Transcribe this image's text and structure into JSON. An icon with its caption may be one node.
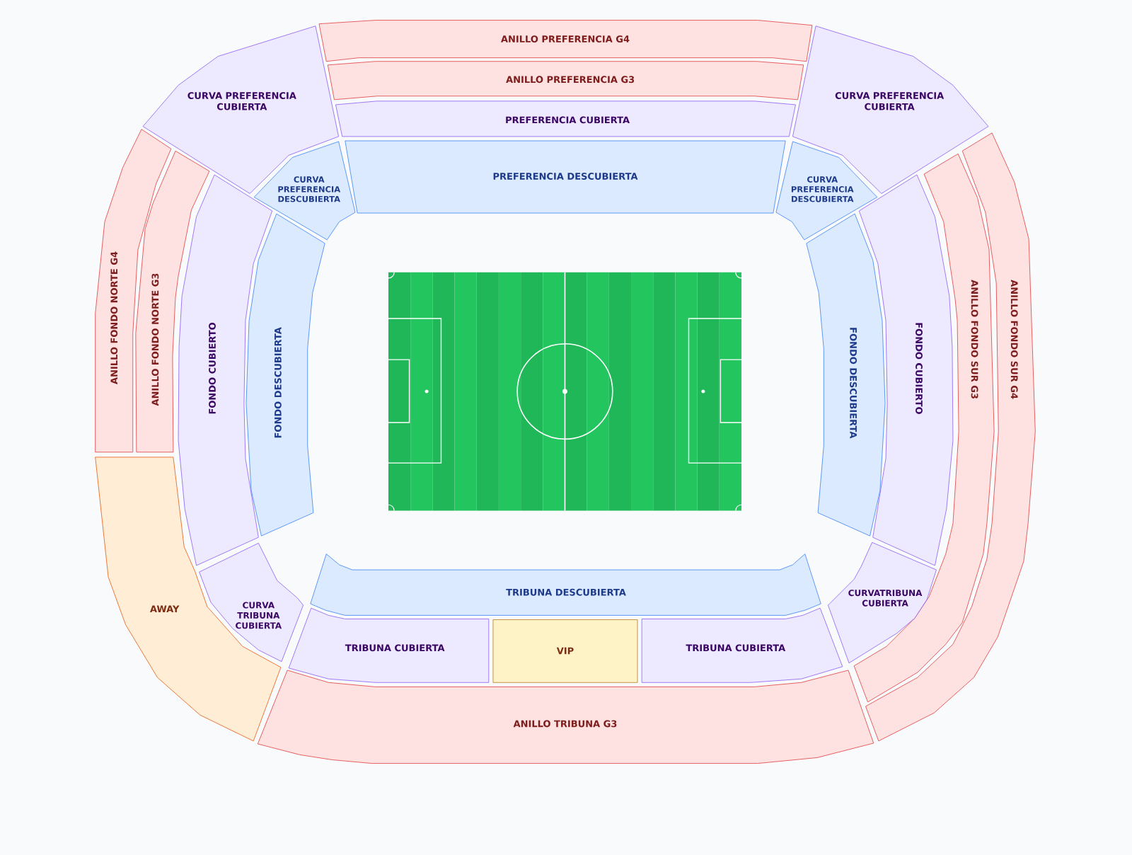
{
  "diagram": {
    "nodes": [
      {
        "text": [
          "ANILLO PREFERENCIA G4"
        ]
      },
      {
        "text": [
          "ANILLO PREFERENCIA G3"
        ]
      },
      {
        "text": [
          "CURVA PREFERENCIA CUBIERTA"
        ]
      },
      {
        "text": [
          "PREFERENCIA CUBIERTA"
        ]
      },
      {
        "text": [
          "CURVA PREFERENCIA CUBIERTA"
        ]
      },
      {
        "text": [
          "PREFERENCIA DESCUBIERTA"
        ]
      },
      {
        "text": [
          "CURVA PREFERENCIA DESCUBIERTA"
        ]
      },
      {
        "text": [
          "CURVA PREFERENCIA DESCUBIERTA"
        ]
      },
      {
        "text": [
          "ANILLO FONDO NORTE G4"
        ]
      },
      {
        "text": [
          "ANILLO FONDO NORTE G3"
        ]
      },
      {
        "text": [
          "FONDO CUBIERTO"
        ]
      },
      {
        "text": [
          "FONDO DESCUBIERTA"
        ]
      },
      {
        "text": [
          "FONDO CUBIERTO"
        ]
      },
      {
        "text": [
          "FONDO DESCUBIERTA"
        ]
      },
      {
        "text": [
          "ANILLO FONDO SUR G4"
        ]
      },
      {
        "text": [
          "ANILLO FONDO SUR G3"
        ]
      },
      {
        "text": [
          "AWAY"
        ]
      },
      {
        "text": [
          "CURVA TRIBUNA CUBIERTA"
        ]
      },
      {
        "text": [
          "TRIBUNA DESCUBIERTA"
        ]
      },
      {
        "text": [
          "CURVATRIBUNA CUBIERTA"
        ]
      },
      {
        "text": [
          "TRIBUNA CUBIERTA"
        ]
      },
      {
        "text": [
          "VIP"
        ]
      },
      {
        "text": [
          "TRIBUNA CUBIERTA"
        ]
      },
      {
        "text": [
          "ANILLO TRIBUNA G3"
        ]
      }
    ]
  }
}
